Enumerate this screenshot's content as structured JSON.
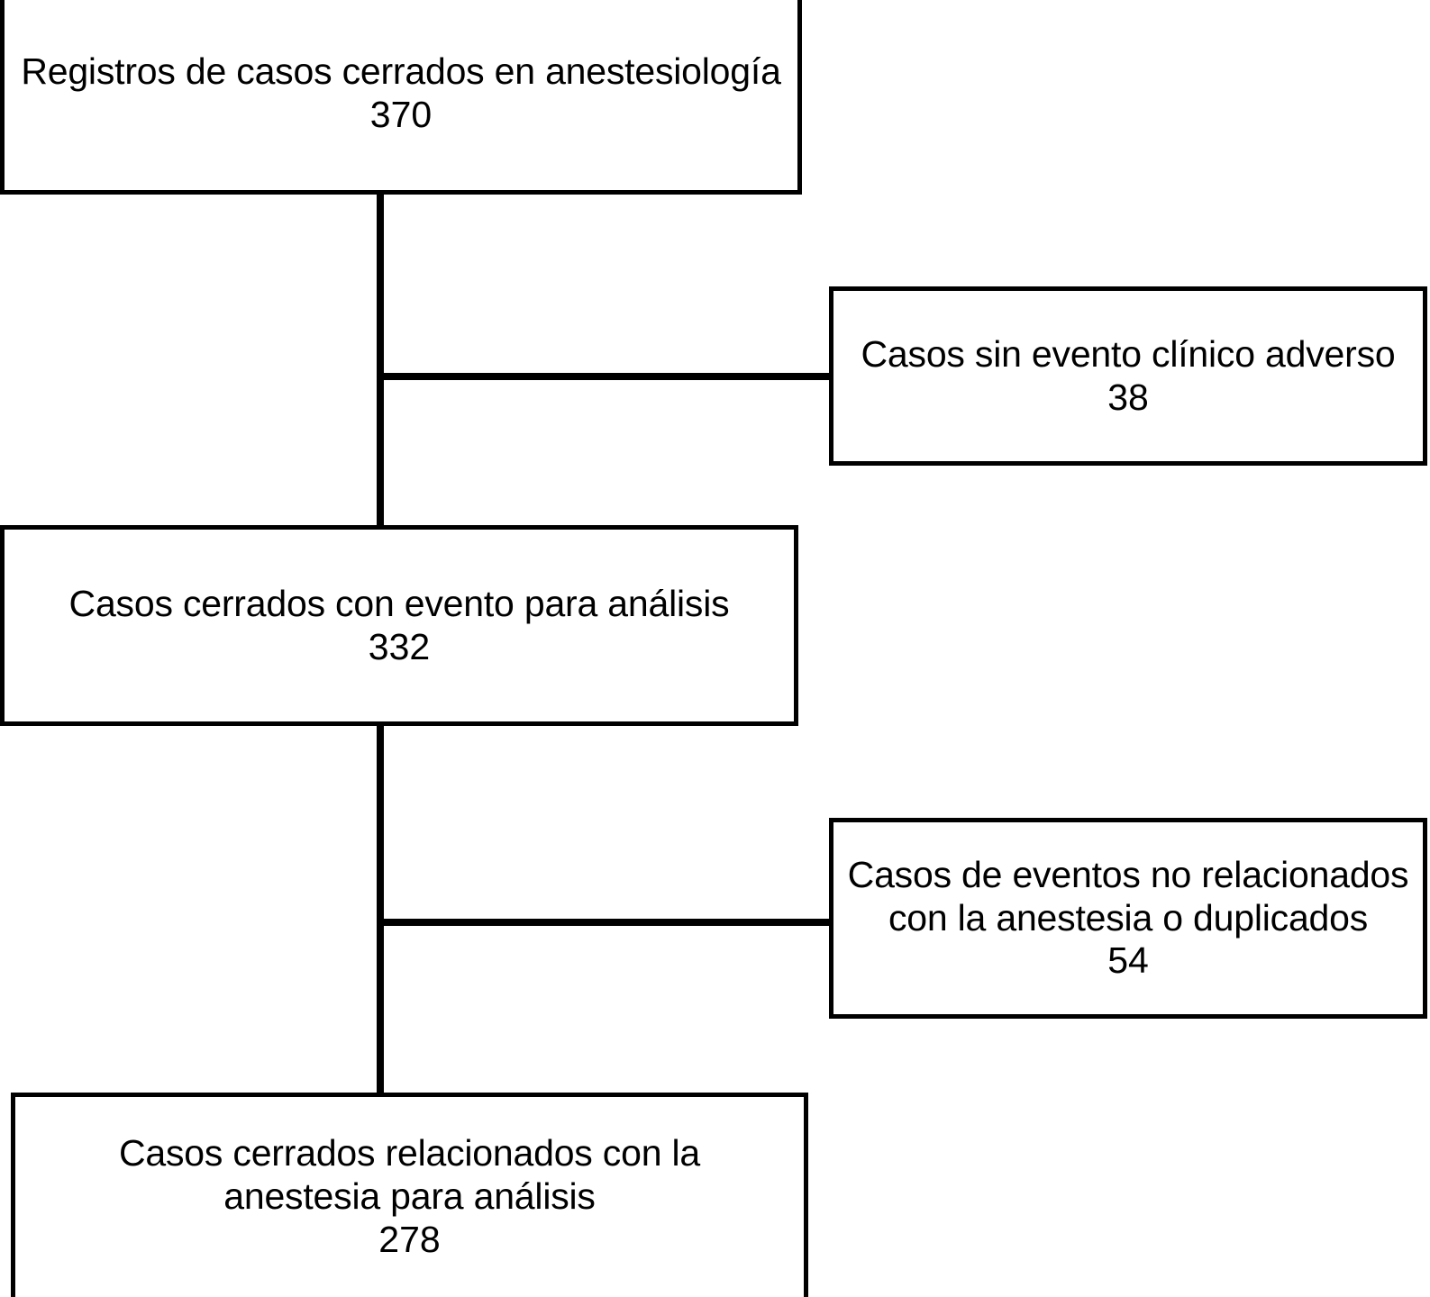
{
  "diagram": {
    "type": "flowchart",
    "orientation": "vertical-with-right-exclusions",
    "language": "es",
    "colors": {
      "background": "#ffffff",
      "border": "#000000",
      "text": "#000000"
    },
    "nodes": [
      {
        "id": "node-top",
        "label": "Registros de casos cerrados en anestesiología",
        "count": "370",
        "role": "source"
      },
      {
        "id": "node-side-1",
        "label": "Casos sin evento clínico adverso",
        "count": "38",
        "role": "excluded"
      },
      {
        "id": "node-mid",
        "label": "Casos cerrados con evento para análisis",
        "count": "332",
        "role": "included"
      },
      {
        "id": "node-side-2",
        "label": "Casos de eventos no relacionados\ncon la anestesia o duplicados",
        "count": "54",
        "role": "excluded"
      },
      {
        "id": "node-bottom",
        "label": "Casos cerrados relacionados con la\nanestesia para análisis",
        "count": "278",
        "role": "final"
      }
    ],
    "edges": [
      {
        "id": "line-main-a",
        "from": "node-top",
        "to": "node-mid",
        "kind": "vertical"
      },
      {
        "id": "line-branch-1",
        "from": "node-top",
        "to": "node-side-1",
        "kind": "horizontal-branch"
      },
      {
        "id": "line-main-b",
        "from": "node-mid",
        "to": "node-bottom",
        "kind": "vertical"
      },
      {
        "id": "line-branch-2",
        "from": "node-mid",
        "to": "node-side-2",
        "kind": "horizontal-branch"
      }
    ]
  }
}
